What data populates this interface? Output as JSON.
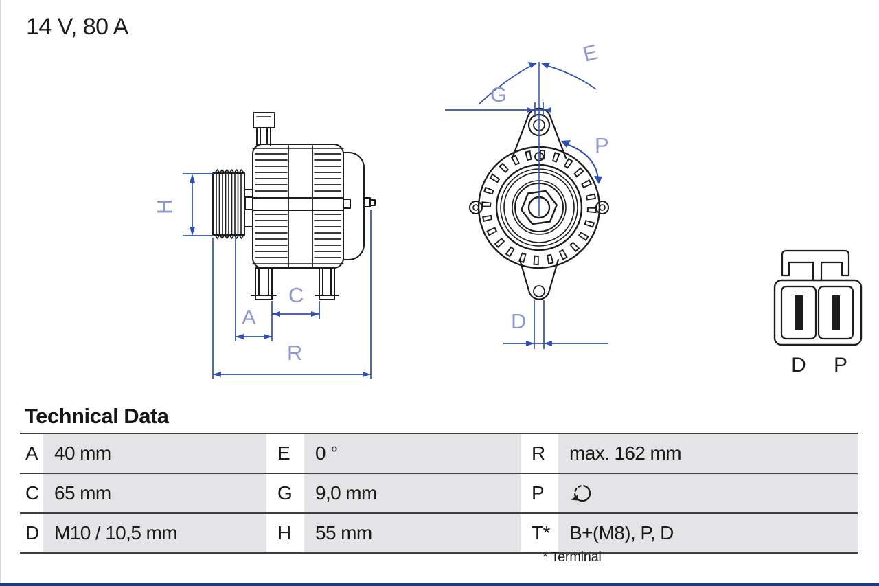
{
  "page": {
    "title": "14 V, 80 A",
    "footer_bar_color": "#1e3a7f",
    "background": "#ffffff"
  },
  "diagram": {
    "dim_labels": {
      "H": "H",
      "A": "A",
      "C": "C",
      "R": "R",
      "E": "E",
      "G": "G",
      "P": "P",
      "D": "D"
    },
    "connector_labels": {
      "left": "D",
      "right": "P"
    },
    "colors": {
      "drawing_line": "#1c1c1c",
      "dimension_line": "#2f50b2",
      "dimension_label": "#9098d0"
    }
  },
  "technical_data": {
    "heading": "Technical Data",
    "rows": [
      [
        {
          "key": "A",
          "value": "40 mm"
        },
        {
          "key": "E",
          "value": "0 °"
        },
        {
          "key": "R",
          "value": "max. 162 mm"
        }
      ],
      [
        {
          "key": "C",
          "value": "65 mm"
        },
        {
          "key": "G",
          "value": "9,0 mm"
        },
        {
          "key": "P",
          "value": "",
          "value_icon": "rotation-direction-icon"
        }
      ],
      [
        {
          "key": "D",
          "value": "M10 / 10,5 mm"
        },
        {
          "key": "H",
          "value": "55 mm"
        },
        {
          "key": "T*",
          "value": "B+(M8), P, D"
        }
      ]
    ],
    "footnote": "* Terminal",
    "cell_bg": "#e4e4e6",
    "rule_color": "#3e3e3e"
  }
}
